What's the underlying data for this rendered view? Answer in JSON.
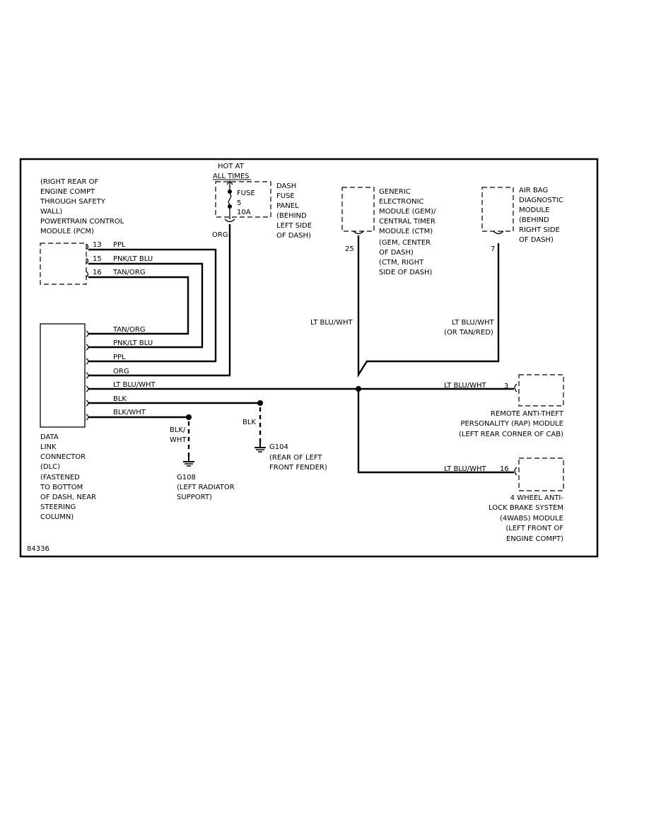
{
  "figure_id": "84336",
  "pcm": {
    "label": [
      "(RIGHT REAR OF",
      "ENGINE COMPT",
      "THROUGH SAFETY",
      "WALL)",
      "POWERTRAIN CONTROL",
      "MODULE (PCM)"
    ],
    "pins": [
      {
        "pin": "13",
        "wire": "PPL"
      },
      {
        "pin": "15",
        "wire": "PNK/LT BLU"
      },
      {
        "pin": "16",
        "wire": "TAN/ORG"
      }
    ]
  },
  "fuse_panel": {
    "hot_at": [
      "HOT AT",
      "ALL TIMES"
    ],
    "fuse_lines": [
      "FUSE",
      "5",
      "10A"
    ],
    "label": [
      "DASH",
      "FUSE",
      "PANEL",
      "(BEHIND",
      "LEFT SIDE",
      "OF DASH)"
    ],
    "wire": "ORG"
  },
  "gem": {
    "label": [
      "GENERIC",
      "ELECTRONIC",
      "MODULE (GEM)/",
      "CENTRAL TIMER",
      "MODULE (CTM)",
      "(GEM, CENTER",
      "OF DASH)",
      "(CTM, RIGHT",
      "SIDE OF DASH)"
    ],
    "pin": "25",
    "wire": "LT BLU/WHT"
  },
  "airbag": {
    "label": [
      "AIR BAG",
      "DIAGNOSTIC",
      "MODULE",
      "(BEHIND",
      "RIGHT SIDE",
      "OF DASH)"
    ],
    "pin": "7",
    "wire": [
      "LT BLU/WHT",
      "(OR TAN/RED)"
    ]
  },
  "dlc": {
    "label": [
      "DATA",
      "LINK",
      "CONNECTOR",
      "(DLC)",
      "(FASTENED",
      "TO BOTTOM",
      "OF DASH, NEAR",
      "STEERING",
      "COLUMN)"
    ],
    "wires": [
      "TAN/ORG",
      "PNK/LT BLU",
      "PPL",
      "ORG",
      "LT BLU/WHT",
      "BLK",
      "BLK/WHT"
    ]
  },
  "rap": {
    "label": [
      "REMOTE ANTI-THEFT",
      "PERSONALITY (RAP) MODULE",
      "(LEFT REAR CORNER OF CAB)"
    ],
    "pin": "3",
    "wire": "LT BLU/WHT"
  },
  "abs": {
    "label": [
      "4 WHEEL ANTI-",
      "LOCK BRAKE SYSTEM",
      "(4WABS) MODULE",
      "(LEFT FRONT OF",
      "ENGINE COMPT)"
    ],
    "pin": "16",
    "wire": "LT BLU/WHT"
  },
  "g108": {
    "wire": [
      "BLK/",
      "WHT"
    ],
    "label": [
      "G108",
      "(LEFT RADIATOR",
      "SUPPORT)"
    ]
  },
  "g104": {
    "wire": "BLK",
    "label": [
      "G104",
      "(REAR OF LEFT",
      "FRONT FENDER)"
    ]
  }
}
